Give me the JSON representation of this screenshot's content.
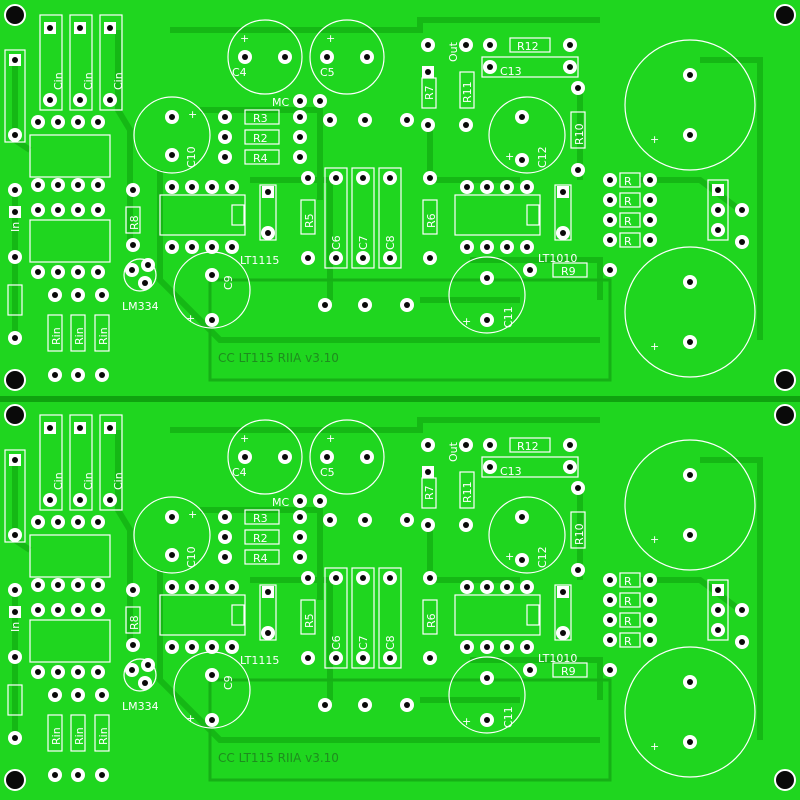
{
  "board": {
    "copper_color": "#1fd61f",
    "trace_color": "#17b217",
    "pad_color": "#ffffff",
    "silk_color": "#ffffff",
    "title_text": "CC LT115 RIIA v3.10"
  },
  "labels": {
    "in": "In",
    "out": "Out",
    "mc": "MC",
    "cin": "Cin",
    "rin": "Rin",
    "c4": "C4",
    "c5": "C5",
    "c6": "C6",
    "c7": "C7",
    "c8": "C8",
    "c9": "C9",
    "c10": "C10",
    "c11": "C11",
    "c12": "C12",
    "c13": "C13",
    "r2": "R2",
    "r3": "R3",
    "r4": "R4",
    "r5": "R5",
    "r6": "R6",
    "r7": "R7",
    "r8": "R8",
    "r9": "R9",
    "r10": "R10",
    "r11": "R11",
    "r12": "R12",
    "r": "R",
    "lt1115": "LT1115",
    "lt1010": "LT1010",
    "lm334": "LM334",
    "plus": "+"
  }
}
